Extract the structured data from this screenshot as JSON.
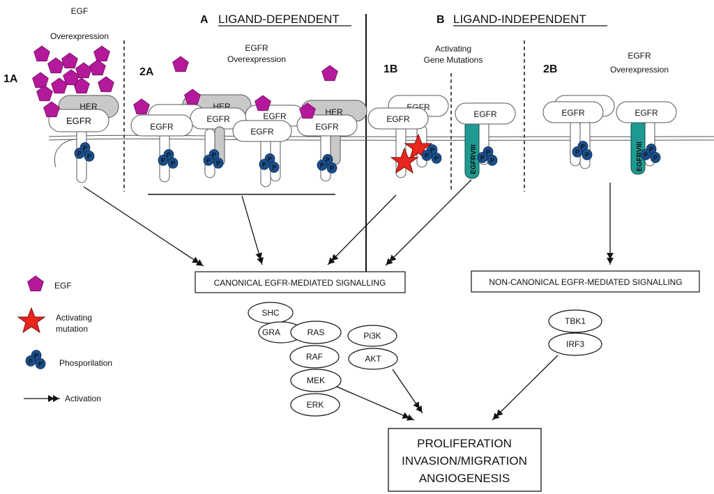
{
  "headings": {
    "a_letter": "A",
    "a_title": "LIGAND-DEPENDENT",
    "b_letter": "B",
    "b_title": "LIGAND-INDEPENDENT"
  },
  "panels": {
    "p1a": "1A",
    "p1a_caption_1": "EGF",
    "p1a_caption_2": "Overexpression",
    "p2a": "2A",
    "p2a_caption_1": "EGFR",
    "p2a_caption_2": "Overexpression",
    "p1b": "1B",
    "p1b_caption_1": "Activating",
    "p1b_caption_2": "Gene Mutations",
    "p2b": "2B",
    "p2b_caption_1": "EGFR",
    "p2b_caption_2": "Overexpression"
  },
  "receptor_labels": {
    "egfr": "EGFR",
    "her": "HER",
    "phospho": "P",
    "egfrviii": "EGFRVIII"
  },
  "pathways": {
    "canonical": "CANONICAL EGFR-MEDIATED SIGNALLING",
    "non_canonical": "NON-CANONICAL EGFR-MEDIATED SIGNALLING"
  },
  "nodes": {
    "shc": "SHC",
    "gra": "GRA",
    "ras": "RAS",
    "raf": "RAF",
    "mek": "MEK",
    "erk": "ERK",
    "pi3k": "Pi3K",
    "akt": "AKT",
    "tbk1": "TBK1",
    "irf3": "IRF3"
  },
  "outcome": {
    "line1": "PROLIFERATION",
    "line2": "INVASION/MIGRATION",
    "line3": "ANGIOGENESIS"
  },
  "legend": {
    "egf": "EGF",
    "mutation_1": "Activating",
    "mutation_2": "mutation",
    "phospho": "Phosporilation",
    "activation": "Activation"
  },
  "colors": {
    "egf": "#b5199b",
    "phospho": "#1a4f8c",
    "mutation": "#e8261d",
    "her": "#c9c9c9",
    "egfrviii": "#1f9a92"
  }
}
